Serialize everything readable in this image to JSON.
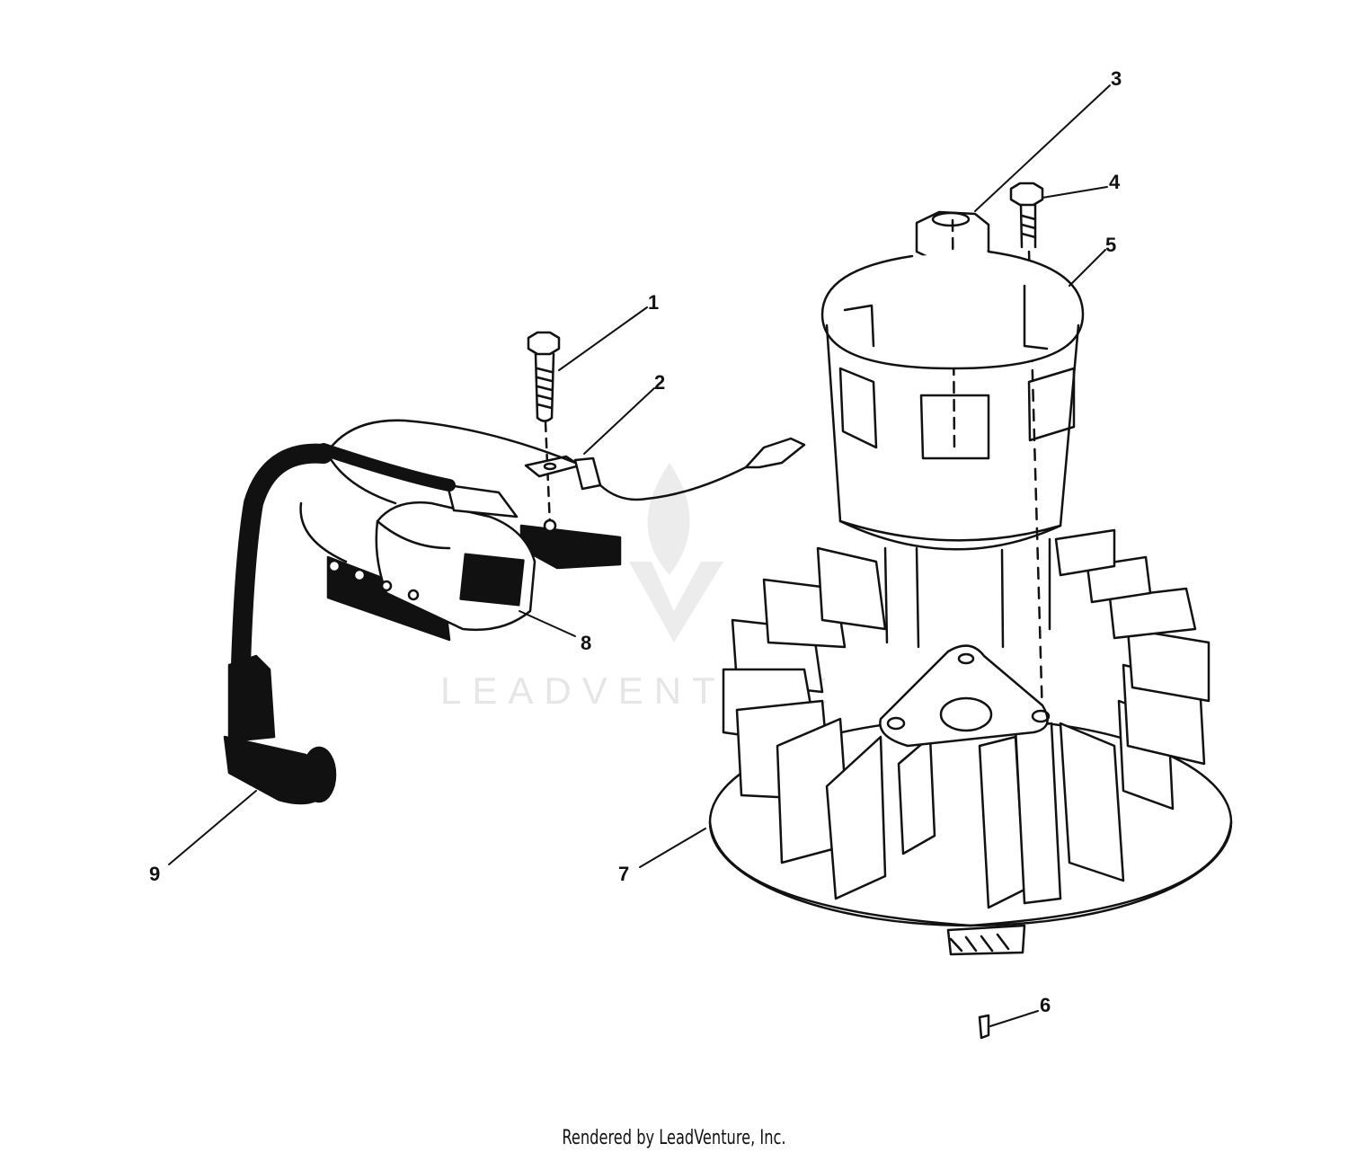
{
  "parts": [
    {
      "number": "1",
      "name_icon": "bolt-icon"
    },
    {
      "number": "2",
      "name_icon": "ground-bracket-icon"
    },
    {
      "number": "3",
      "name_icon": "flywheel-nut-icon"
    },
    {
      "number": "4",
      "name_icon": "screw-icon"
    },
    {
      "number": "5",
      "name_icon": "starter-cup-icon"
    },
    {
      "number": "6",
      "name_icon": "key-icon"
    },
    {
      "number": "7",
      "name_icon": "flywheel-icon"
    },
    {
      "number": "8",
      "name_icon": "ignition-coil-icon"
    },
    {
      "number": "9",
      "name_icon": "spark-plug-boot-icon"
    }
  ],
  "watermark": {
    "text": "LEADVENTURE"
  },
  "footer": {
    "text": "Rendered by LeadVenture, Inc."
  },
  "colors": {
    "line": "#111111",
    "watermark": "#e6e6e6"
  }
}
